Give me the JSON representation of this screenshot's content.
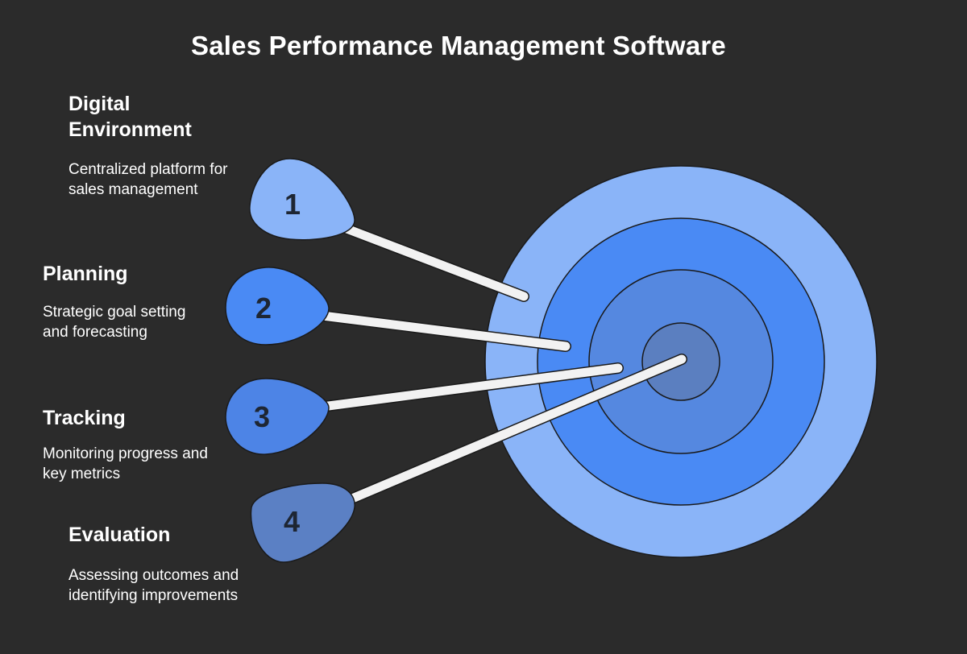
{
  "title": "Sales Performance Management Software",
  "colors": {
    "background": "#2b2b2b",
    "ring_outer": "#8ab4f8",
    "ring_mid": "#4a8af4",
    "ring_inner": "#5588e0",
    "bullseye": "#5b7fc0",
    "dart_1": "#8ab4f8",
    "dart_2": "#4a8af4",
    "dart_3": "#4d84e6",
    "dart_4": "#5b80c4",
    "number_text": "#1e2633"
  },
  "steps": [
    {
      "number": "1",
      "heading": "Digital Environment",
      "description": "Centralized platform for sales management"
    },
    {
      "number": "2",
      "heading": "Planning",
      "description": "Strategic goal setting and forecasting"
    },
    {
      "number": "3",
      "heading": "Tracking",
      "description": "Monitoring progress and key metrics"
    },
    {
      "number": "4",
      "heading": "Evaluation",
      "description": "Assessing outcomes and identifying improvements"
    }
  ]
}
